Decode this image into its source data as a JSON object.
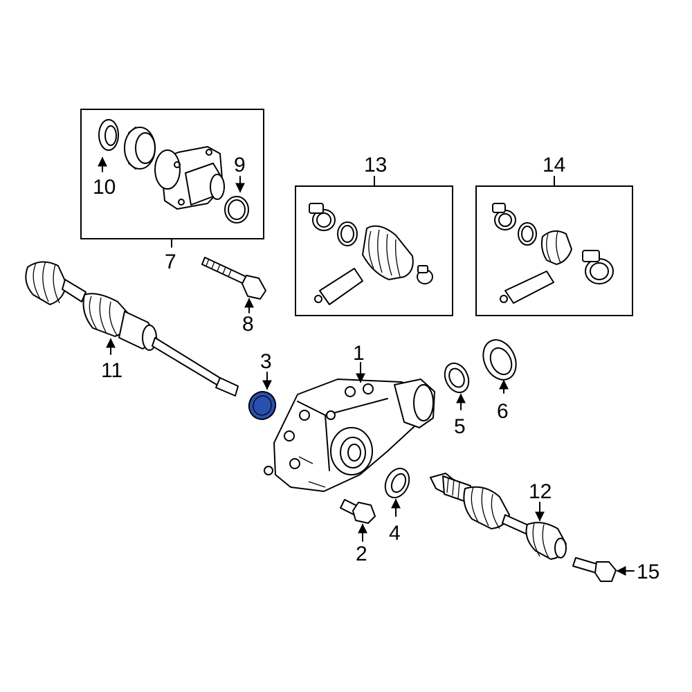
{
  "callouts": [
    {
      "id": "c1",
      "text": "1"
    },
    {
      "id": "c2",
      "text": "2"
    },
    {
      "id": "c3",
      "text": "3"
    },
    {
      "id": "c4",
      "text": "4"
    },
    {
      "id": "c5",
      "text": "5"
    },
    {
      "id": "c6",
      "text": "6"
    },
    {
      "id": "c7",
      "text": "7"
    },
    {
      "id": "c8",
      "text": "8"
    },
    {
      "id": "c9",
      "text": "9"
    },
    {
      "id": "c10",
      "text": "10"
    },
    {
      "id": "c11",
      "text": "11"
    },
    {
      "id": "c12",
      "text": "12"
    },
    {
      "id": "c13",
      "text": "13"
    },
    {
      "id": "c14",
      "text": "14"
    },
    {
      "id": "c15",
      "text": "15"
    }
  ],
  "highlight": {
    "part": "3",
    "color": "#2a4fb0"
  }
}
